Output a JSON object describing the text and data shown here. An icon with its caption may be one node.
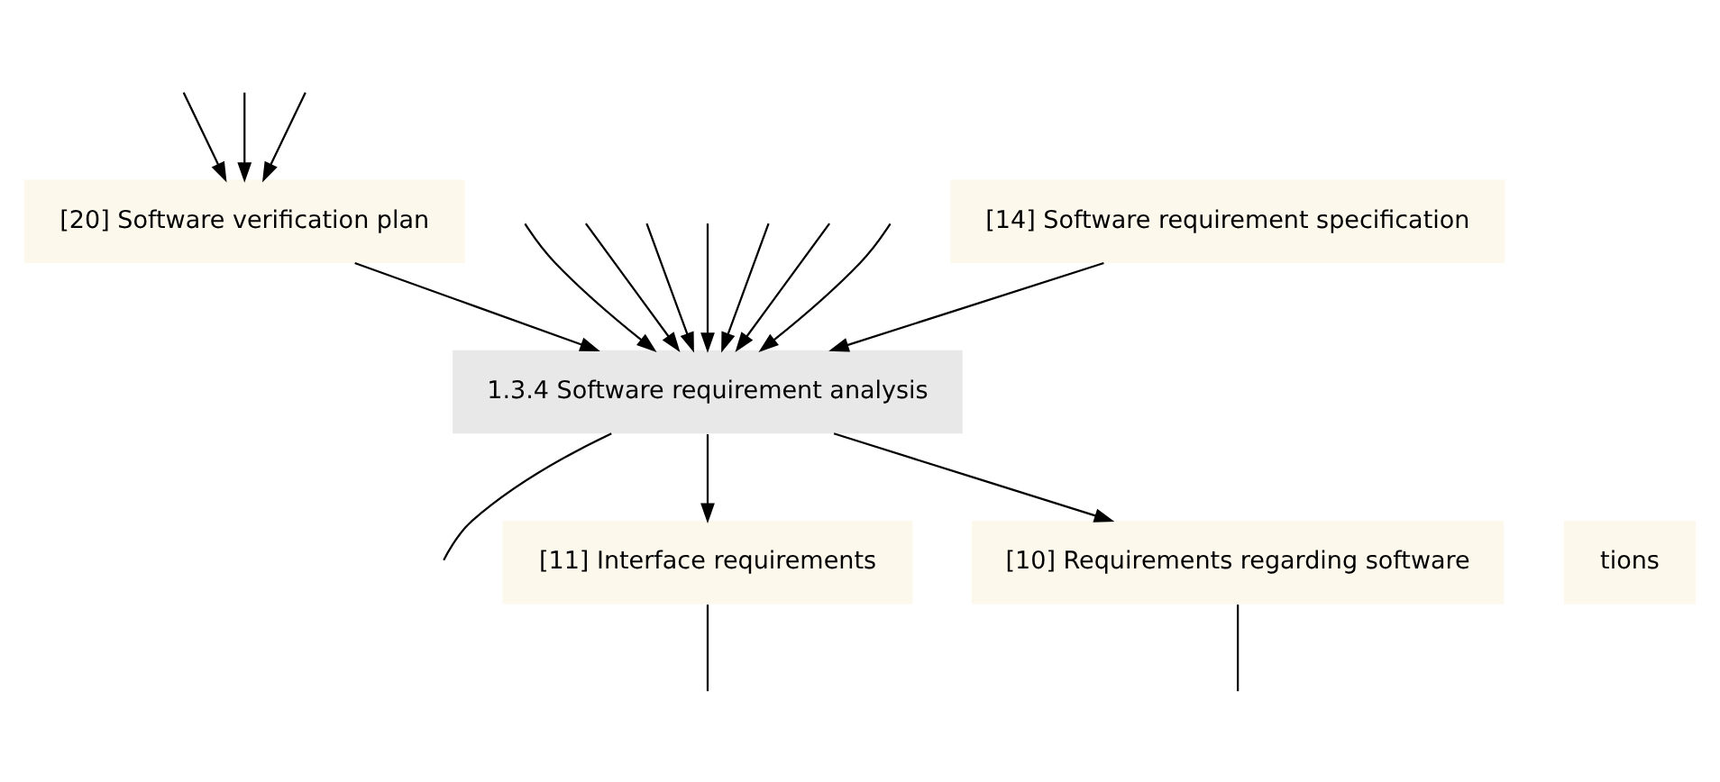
{
  "diagram": {
    "nodes": [
      {
        "text": [
          "[14] Software requirement specification"
        ]
      },
      {
        "text": [
          "[20] Software verification plan"
        ]
      },
      {
        "text": [
          "1.3.4 Software requirement analysis"
        ]
      },
      {
        "text": [
          "tions"
        ]
      },
      {
        "text": [
          "[11] Interface requirements"
        ]
      },
      {
        "text": [
          "[10] Requirements regarding software"
        ]
      }
    ],
    "edges": [
      {
        "from": null,
        "to": 1,
        "arrow": "to"
      },
      {
        "from": null,
        "to": 1,
        "arrow": "to"
      },
      {
        "from": null,
        "to": 1,
        "arrow": "to"
      },
      {
        "from": 0,
        "to": 2,
        "arrow": "to"
      },
      {
        "from": 1,
        "to": 2,
        "arrow": "to"
      },
      {
        "from": 2,
        "to": null,
        "arrow": "none"
      },
      {
        "from": null,
        "to": 2,
        "arrow": "to"
      },
      {
        "from": null,
        "to": 2,
        "arrow": "to"
      },
      {
        "from": null,
        "to": 2,
        "arrow": "to"
      },
      {
        "from": null,
        "to": 2,
        "arrow": "to"
      },
      {
        "from": null,
        "to": 2,
        "arrow": "to"
      },
      {
        "from": null,
        "to": 2,
        "arrow": "to"
      },
      {
        "from": null,
        "to": 2,
        "arrow": "to"
      },
      {
        "from": 2,
        "to": 4,
        "arrow": "to"
      },
      {
        "from": 2,
        "to": 5,
        "arrow": "to"
      },
      {
        "from": 4,
        "to": null,
        "arrow": "none"
      },
      {
        "from": 5,
        "to": null,
        "arrow": "none"
      }
    ]
  }
}
